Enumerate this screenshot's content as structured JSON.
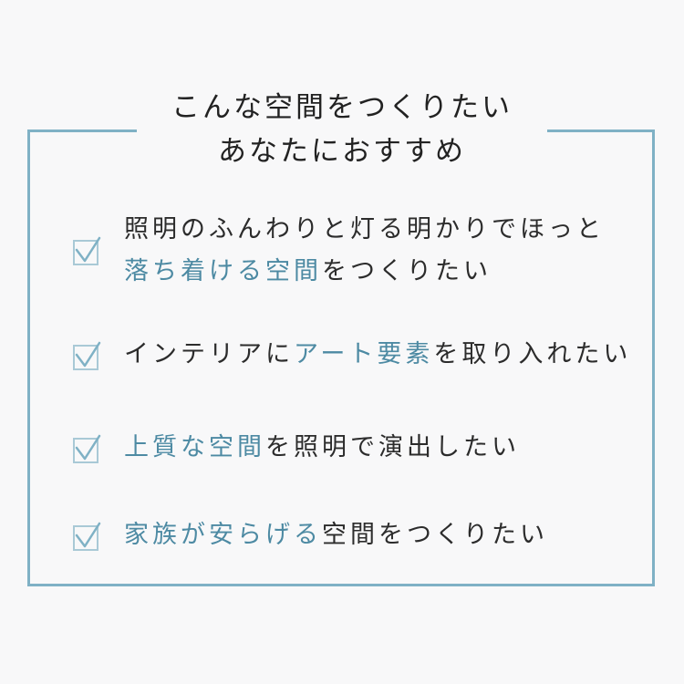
{
  "title": {
    "line1": "こんな空間をつくりたい",
    "line2": "あなたにおすすめ"
  },
  "colors": {
    "frame": "#7fb1c5",
    "highlight": "#4d8aa3",
    "checkbox": "#a9c9d6",
    "check_mark": "#7fb1c5"
  },
  "items": [
    {
      "icon": "checkbox-checked-icon",
      "line1": "照明のふんわりと灯る明かりでほっと",
      "line2_highlight": "落ち着ける空間",
      "line2_rest": "をつくりたい"
    },
    {
      "icon": "checkbox-checked-icon",
      "pre": "インテリアに",
      "highlight": "アート要素",
      "post": "を取り入れたい"
    },
    {
      "icon": "checkbox-checked-icon",
      "pre": "",
      "highlight": "上質な空間",
      "post": "を照明で演出したい"
    },
    {
      "icon": "checkbox-checked-icon",
      "pre": "",
      "highlight": "家族が安らげる",
      "post": "空間をつくりたい"
    }
  ]
}
